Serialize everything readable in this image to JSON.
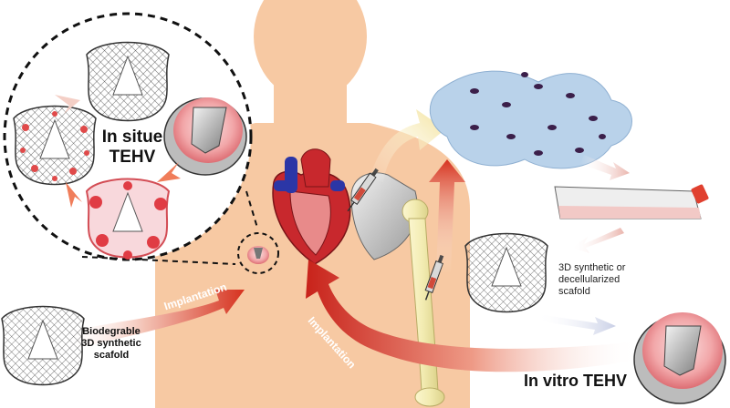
{
  "labels": {
    "in_situe": "In situe",
    "tehv": "TEHV",
    "biodegradable_line1": "Biodegrable",
    "biodegradable_line2": "3D synthetic",
    "biodegradable_line3": "scafold",
    "implantation_left": "Implantation",
    "implantation_center": "Implantation",
    "scaffold_line1": "3D synthetic or",
    "scaffold_line2": "decellularized",
    "scaffold_line3": "scafold",
    "in_vitro": "In vitro TEHV"
  },
  "colors": {
    "body": "#f7c9a3",
    "arrow_red": "#d6321f",
    "arrow_light": "#f4d7cf",
    "arrow_yellow": "#f6e7a6",
    "valve_pink": "#f1a3a6",
    "heart_red": "#c8282d",
    "vessel_blue": "#2b36a6",
    "cell_blue": "#b9d2ea",
    "nucleus": "#3b1f4a"
  }
}
